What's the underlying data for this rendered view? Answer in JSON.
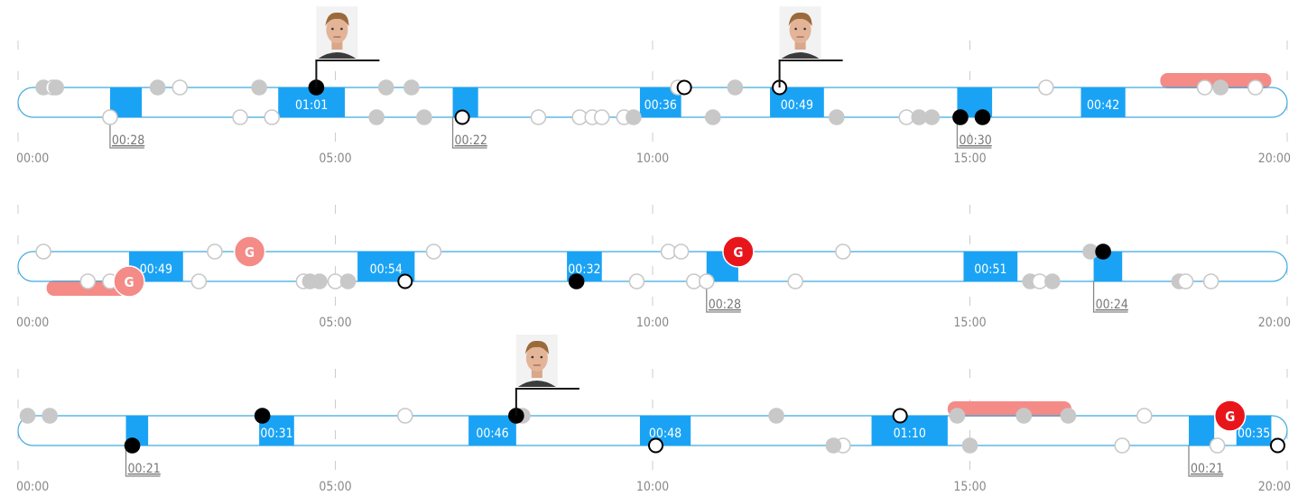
{
  "chart_data": [
    {
      "type": "timeline",
      "x_ticks": [
        "00:00",
        "05:00",
        "10:00",
        "15:00",
        "20:00"
      ],
      "xlim_minutes": [
        0,
        20
      ],
      "colors": {
        "track": "#3fa9e0",
        "possession": "#1aa3f5",
        "penalty": "#f48b87",
        "goal_red": "#e8161b",
        "goal_pink": "#f48b87",
        "shot_black": "#000000",
        "shot_grey": "#c8c8c8"
      },
      "possessions": [
        {
          "start": 1.45,
          "end": 1.95,
          "side": "top",
          "label": ""
        },
        {
          "start": 4.1,
          "end": 5.15,
          "side": "top",
          "label": "01:01"
        },
        {
          "start": 6.85,
          "end": 7.25,
          "side": "top",
          "label": ""
        },
        {
          "start": 9.8,
          "end": 10.45,
          "side": "top",
          "label": "00:36"
        },
        {
          "start": 11.85,
          "end": 12.7,
          "side": "top",
          "label": "00:49"
        },
        {
          "start": 14.8,
          "end": 15.35,
          "side": "top",
          "label": ""
        },
        {
          "start": 16.75,
          "end": 17.45,
          "side": "top",
          "label": "00:42"
        }
      ],
      "annotations": [
        {
          "t": 1.45,
          "label": "00:28"
        },
        {
          "t": 6.85,
          "label": "00:22"
        },
        {
          "t": 14.8,
          "label": "00:30"
        }
      ],
      "penalties": [
        {
          "start": 18.0,
          "end": 19.75,
          "side": "top"
        }
      ],
      "goals": [],
      "avatars": [
        {
          "t": 4.7
        },
        {
          "t": 12.0
        }
      ],
      "shots_top": [
        {
          "t": 0.4,
          "k": "grey"
        },
        {
          "t": 0.55,
          "k": "open"
        },
        {
          "t": 0.6,
          "k": "grey"
        },
        {
          "t": 2.2,
          "k": "grey"
        },
        {
          "t": 2.55,
          "k": "open"
        },
        {
          "t": 3.8,
          "k": "grey"
        },
        {
          "t": 4.7,
          "k": "black"
        },
        {
          "t": 5.8,
          "k": "grey"
        },
        {
          "t": 6.2,
          "k": "grey"
        },
        {
          "t": 10.4,
          "k": "open"
        },
        {
          "t": 10.5,
          "k": "blackopen"
        },
        {
          "t": 11.3,
          "k": "grey"
        },
        {
          "t": 12.0,
          "k": "blackopen"
        },
        {
          "t": 16.2,
          "k": "open"
        },
        {
          "t": 18.7,
          "k": "open"
        },
        {
          "t": 18.95,
          "k": "grey"
        },
        {
          "t": 19.5,
          "k": "open"
        }
      ],
      "shots_bot": [
        {
          "t": 1.45,
          "k": "open"
        },
        {
          "t": 3.5,
          "k": "open"
        },
        {
          "t": 4.0,
          "k": "open"
        },
        {
          "t": 5.65,
          "k": "grey"
        },
        {
          "t": 6.4,
          "k": "grey"
        },
        {
          "t": 7.0,
          "k": "blackopen"
        },
        {
          "t": 8.2,
          "k": "open"
        },
        {
          "t": 8.85,
          "k": "open"
        },
        {
          "t": 9.05,
          "k": "open"
        },
        {
          "t": 9.2,
          "k": "open"
        },
        {
          "t": 9.55,
          "k": "open"
        },
        {
          "t": 9.7,
          "k": "grey"
        },
        {
          "t": 10.95,
          "k": "grey"
        },
        {
          "t": 12.9,
          "k": "grey"
        },
        {
          "t": 14.0,
          "k": "open"
        },
        {
          "t": 14.2,
          "k": "grey"
        },
        {
          "t": 14.4,
          "k": "grey"
        },
        {
          "t": 14.85,
          "k": "black"
        },
        {
          "t": 15.2,
          "k": "black"
        }
      ]
    },
    {
      "type": "timeline",
      "x_ticks": [
        "00:00",
        "05:00",
        "10:00",
        "15:00",
        "20:00"
      ],
      "xlim_minutes": [
        0,
        20
      ],
      "possessions": [
        {
          "start": 1.75,
          "end": 2.6,
          "side": "top",
          "label": "00:49"
        },
        {
          "start": 5.35,
          "end": 6.25,
          "side": "top",
          "label": "00:54"
        },
        {
          "start": 8.65,
          "end": 9.2,
          "side": "top",
          "label": "00:32"
        },
        {
          "start": 10.85,
          "end": 11.35,
          "side": "top",
          "label": ""
        },
        {
          "start": 14.9,
          "end": 15.75,
          "side": "top",
          "label": "00:51"
        },
        {
          "start": 16.95,
          "end": 17.4,
          "side": "bottom",
          "label": ""
        }
      ],
      "annotations": [
        {
          "t": 10.85,
          "label": "00:28"
        },
        {
          "t": 16.95,
          "label": "00:24"
        }
      ],
      "penalties": [
        {
          "start": 0.45,
          "end": 1.75,
          "side": "bottom"
        }
      ],
      "goals": [
        {
          "t": 3.65,
          "side": "top",
          "color": "pink",
          "label": "G"
        },
        {
          "t": 1.75,
          "side": "bottom",
          "color": "pink",
          "label": "G"
        },
        {
          "t": 11.35,
          "side": "top",
          "color": "red",
          "label": "G"
        }
      ],
      "avatars": [],
      "shots_top": [
        {
          "t": 0.4,
          "k": "open"
        },
        {
          "t": 3.1,
          "k": "open"
        },
        {
          "t": 6.55,
          "k": "open"
        },
        {
          "t": 10.25,
          "k": "open"
        },
        {
          "t": 10.45,
          "k": "open"
        },
        {
          "t": 13.0,
          "k": "open"
        },
        {
          "t": 16.9,
          "k": "grey"
        },
        {
          "t": 17.1,
          "k": "black"
        }
      ],
      "shots_bot": [
        {
          "t": 1.1,
          "k": "open"
        },
        {
          "t": 1.45,
          "k": "open"
        },
        {
          "t": 2.85,
          "k": "open"
        },
        {
          "t": 4.5,
          "k": "open"
        },
        {
          "t": 4.6,
          "k": "grey"
        },
        {
          "t": 4.75,
          "k": "grey"
        },
        {
          "t": 5.0,
          "k": "open"
        },
        {
          "t": 5.2,
          "k": "grey"
        },
        {
          "t": 6.1,
          "k": "blackopen"
        },
        {
          "t": 8.8,
          "k": "black"
        },
        {
          "t": 9.75,
          "k": "open"
        },
        {
          "t": 10.65,
          "k": "open"
        },
        {
          "t": 10.85,
          "k": "open"
        },
        {
          "t": 12.25,
          "k": "open"
        },
        {
          "t": 15.95,
          "k": "grey"
        },
        {
          "t": 16.1,
          "k": "open"
        },
        {
          "t": 16.3,
          "k": "grey"
        },
        {
          "t": 18.3,
          "k": "grey"
        },
        {
          "t": 18.4,
          "k": "open"
        },
        {
          "t": 18.8,
          "k": "open"
        }
      ]
    },
    {
      "type": "timeline",
      "x_ticks": [
        "00:00",
        "05:00",
        "10:00",
        "15:00",
        "20:00"
      ],
      "xlim_minutes": [
        0,
        20
      ],
      "possessions": [
        {
          "start": 1.7,
          "end": 2.05,
          "side": "bottom",
          "label": ""
        },
        {
          "start": 3.8,
          "end": 4.35,
          "side": "top",
          "label": "00:31"
        },
        {
          "start": 7.1,
          "end": 7.85,
          "side": "top",
          "label": "00:46"
        },
        {
          "start": 9.8,
          "end": 10.6,
          "side": "top",
          "label": "00:48"
        },
        {
          "start": 13.45,
          "end": 14.65,
          "side": "top",
          "label": "01:10"
        },
        {
          "start": 18.45,
          "end": 18.85,
          "side": "bottom",
          "label": ""
        },
        {
          "start": 19.2,
          "end": 19.75,
          "side": "top",
          "label": "00:35"
        }
      ],
      "annotations": [
        {
          "t": 1.7,
          "label": "00:21"
        },
        {
          "t": 18.45,
          "label": "00:21"
        }
      ],
      "penalties": [
        {
          "start": 14.65,
          "end": 16.6,
          "side": "top"
        }
      ],
      "goals": [
        {
          "t": 19.1,
          "side": "top",
          "color": "red",
          "label": "G"
        }
      ],
      "avatars": [
        {
          "t": 7.85
        }
      ],
      "shots_top": [
        {
          "t": 0.15,
          "k": "grey"
        },
        {
          "t": 0.5,
          "k": "grey"
        },
        {
          "t": 3.85,
          "k": "black"
        },
        {
          "t": 6.1,
          "k": "open"
        },
        {
          "t": 7.95,
          "k": "grey"
        },
        {
          "t": 7.85,
          "k": "black"
        },
        {
          "t": 11.95,
          "k": "grey"
        },
        {
          "t": 13.9,
          "k": "blackopen"
        },
        {
          "t": 14.8,
          "k": "grey"
        },
        {
          "t": 15.85,
          "k": "grey"
        },
        {
          "t": 16.55,
          "k": "grey"
        },
        {
          "t": 17.75,
          "k": "open"
        }
      ],
      "shots_bot": [
        {
          "t": 1.8,
          "k": "black"
        },
        {
          "t": 10.05,
          "k": "blackopen"
        },
        {
          "t": 13.0,
          "k": "open"
        },
        {
          "t": 12.85,
          "k": "grey"
        },
        {
          "t": 15.0,
          "k": "grey"
        },
        {
          "t": 17.4,
          "k": "open"
        },
        {
          "t": 18.9,
          "k": "open"
        },
        {
          "t": 19.85,
          "k": "blackopen"
        }
      ]
    }
  ]
}
